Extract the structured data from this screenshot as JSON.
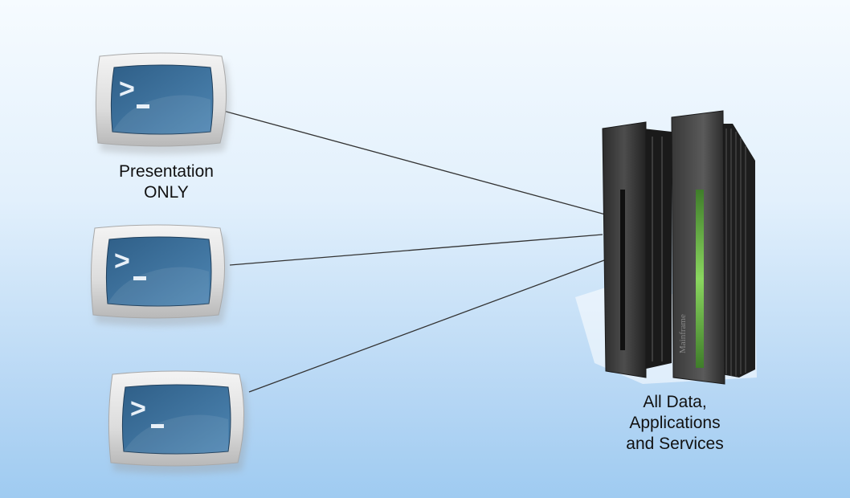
{
  "terminal": {
    "label_lines": [
      "Presentation",
      "ONLY"
    ],
    "prompt_glyph": ">_",
    "icon": "terminal-icon",
    "count": 3
  },
  "mainframe": {
    "label_lines": [
      "All Data,",
      "Applications",
      "and Services"
    ],
    "side_text": "Mainframe",
    "icon": "mainframe-server-icon"
  },
  "colors": {
    "background_top": "#f6fbff",
    "background_bottom": "#9fcbf1",
    "screen": "#3a6e99",
    "connector": "#333333",
    "status_light": "#6fc24b"
  }
}
